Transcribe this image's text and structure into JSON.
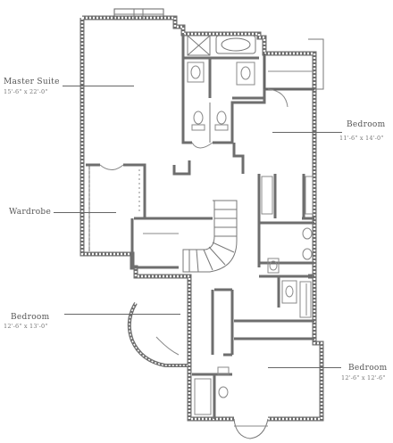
{
  "rooms": {
    "master_suite": {
      "name": "Master Suite",
      "size": "15'-6\" x 22'-0\""
    },
    "bedroom_upper_right": {
      "name": "Bedroom",
      "size": "11'-6\" x 14'-0\""
    },
    "wardrobe": {
      "name": "Wardrobe"
    },
    "bedroom_lower_left": {
      "name": "Bedroom",
      "size": "12'-6\" x 13'-0\""
    },
    "bedroom_lower_right": {
      "name": "Bedroom",
      "size": "12'-6\" x 12'-6\""
    }
  },
  "colors": {
    "wall": "#6e6e6e",
    "wall_fill": "#9a9a9a",
    "fixture": "#8c8c8c",
    "text": "#555555"
  }
}
